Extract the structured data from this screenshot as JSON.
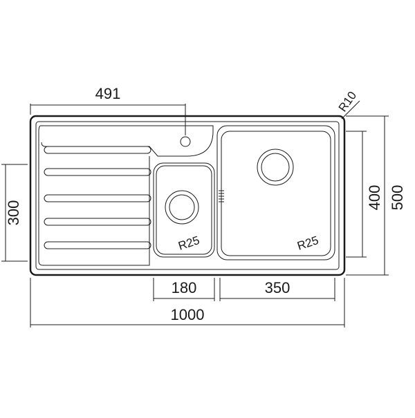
{
  "drawing": {
    "dimensions": {
      "tap_offset": "491",
      "corner_radius": "R10",
      "overall_width": "1000",
      "overall_depth": "500",
      "drainer_depth": "300",
      "main_bowl_depth": "400",
      "small_bowl_width": "180",
      "main_bowl_width": "350",
      "small_bowl_radius": "R25",
      "main_bowl_radius": "R25"
    },
    "colors": {
      "line": "#1a1a1a",
      "background": "#ffffff"
    }
  }
}
